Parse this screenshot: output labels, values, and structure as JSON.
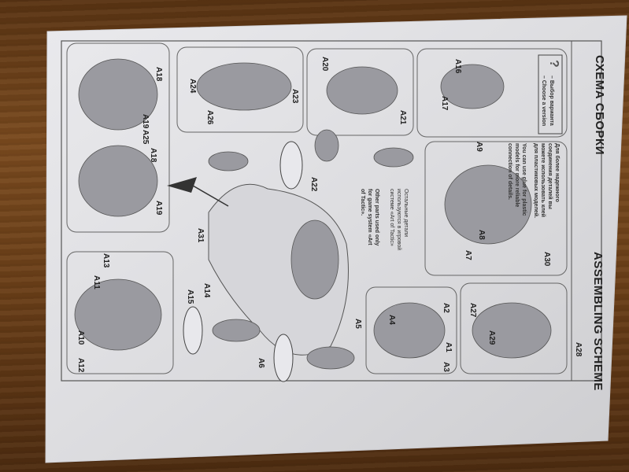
{
  "sheet": {
    "title_ru": "СХЕМА СБОРКИ",
    "title_en": "ASSEMBLING SCHEME",
    "legend": {
      "ru": "– Выбор варианта",
      "en": "– Choose a version",
      "icon": "question-circle-icon"
    },
    "glue_note_ru": "Для более надежного соединения деталей вы можете использовать клей для пластиковых моделей.",
    "glue_note_en": "You can use glue for plastic models for more reliable connection of details.",
    "other_parts_ru": "Остальные детали используются в игровой системе «Art of Tactic»",
    "other_parts_en": "Other parts used only for game system «Art of Tactic».",
    "parts": [
      "A1",
      "A2",
      "A3",
      "A4",
      "A5",
      "A6",
      "A7",
      "A8",
      "A9",
      "A10",
      "A11",
      "A12",
      "A13",
      "A14",
      "A15",
      "A16",
      "A17",
      "A18",
      "A19",
      "A20",
      "A21",
      "A22",
      "A23",
      "A24",
      "A25",
      "A26",
      "A27",
      "A28",
      "A29",
      "A30",
      "A31"
    ],
    "colors": {
      "paper": "#e6e6ea",
      "wood": "#6b3f18",
      "ink": "#222222"
    }
  }
}
